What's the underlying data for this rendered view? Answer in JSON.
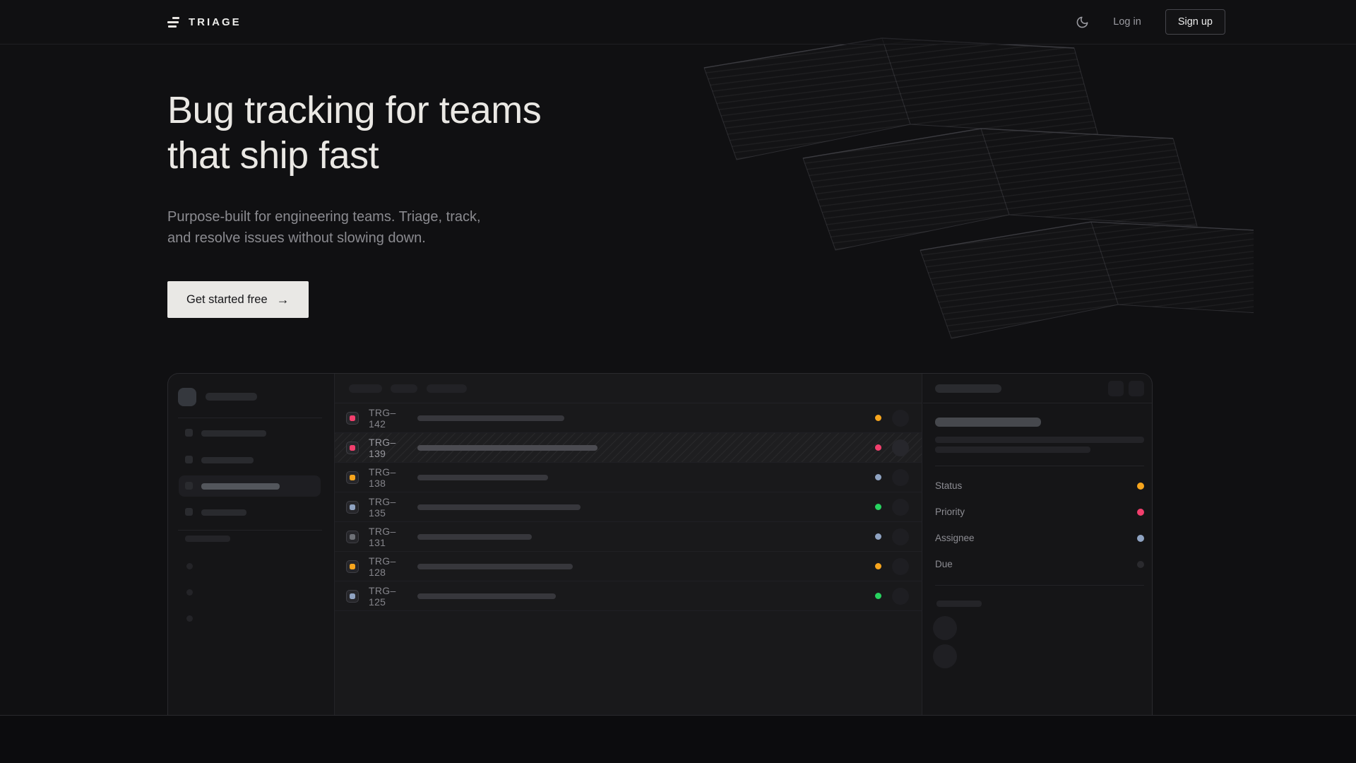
{
  "theme": {
    "page_bg": "#101012",
    "panel_bg": "#151517",
    "amber": "#f7a51d",
    "pink": "#f23f6d",
    "slate": "#8fa3c2",
    "green": "#27d35f",
    "gray": "#6e7177",
    "muted": "#2a2a2e"
  },
  "nav": {
    "brand": "TRIAGE",
    "theme_toggle_icon": "moon",
    "login_label": "Log in",
    "signup_label": "Sign up"
  },
  "hero": {
    "title_line1": "Bug tracking for teams",
    "title_line2": "that ship fast",
    "subtitle": "Purpose-built for engineering teams. Triage, track, and resolve issues without slowing down.",
    "cta_label": "Get started free",
    "cta_arrow": "→"
  },
  "mockup": {
    "issues": [
      {
        "id": "TRG–142",
        "icon_color": "pink",
        "title_bar_width": 208,
        "status_color": "amber",
        "selected": false
      },
      {
        "id": "TRG–139",
        "icon_color": "pink",
        "title_bar_width": 255,
        "status_color": "pink",
        "selected": true
      },
      {
        "id": "TRG–138",
        "icon_color": "amber",
        "title_bar_width": 185,
        "status_color": "slate",
        "selected": false
      },
      {
        "id": "TRG–135",
        "icon_color": "slate",
        "title_bar_width": 231,
        "status_color": "green",
        "selected": false
      },
      {
        "id": "TRG–131",
        "icon_color": "gray",
        "title_bar_width": 162,
        "status_color": "slate",
        "selected": false
      },
      {
        "id": "TRG–128",
        "icon_color": "amber",
        "title_bar_width": 220,
        "status_color": "amber",
        "selected": false
      },
      {
        "id": "TRG–125",
        "icon_color": "slate",
        "title_bar_width": 196,
        "status_color": "green",
        "selected": false
      }
    ],
    "detail_fields": [
      {
        "label": "Status",
        "dot_color": "amber"
      },
      {
        "label": "Priority",
        "dot_color": "pink"
      },
      {
        "label": "Assignee",
        "dot_color": "slate"
      },
      {
        "label": "Due",
        "dot_color": "muted"
      }
    ]
  }
}
